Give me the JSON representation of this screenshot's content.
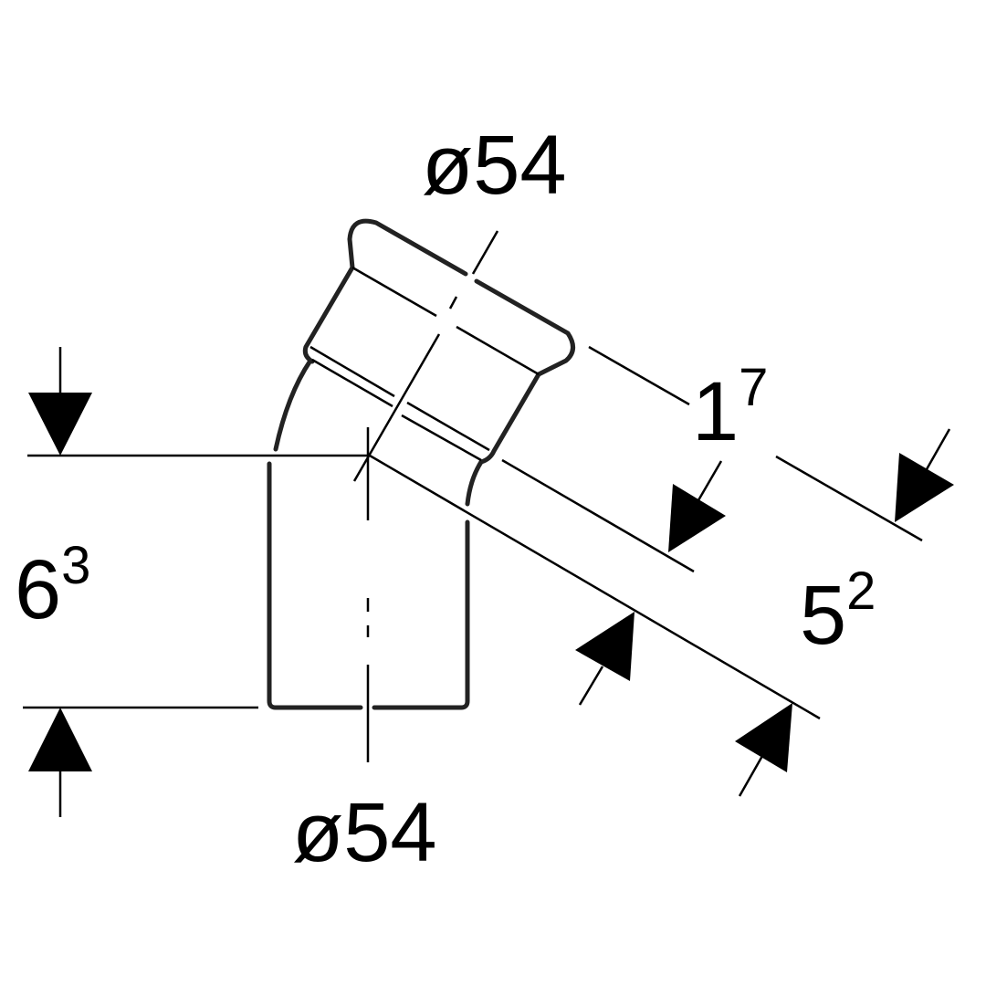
{
  "drawing": {
    "top_diameter": "ø54",
    "bottom_diameter": "ø54",
    "height_dim": {
      "main": "6",
      "sup": "3"
    },
    "socket_dim": {
      "main": "1",
      "sup": "7"
    },
    "length_dim": {
      "main": "5",
      "sup": "2"
    },
    "line_color": "#000000"
  }
}
